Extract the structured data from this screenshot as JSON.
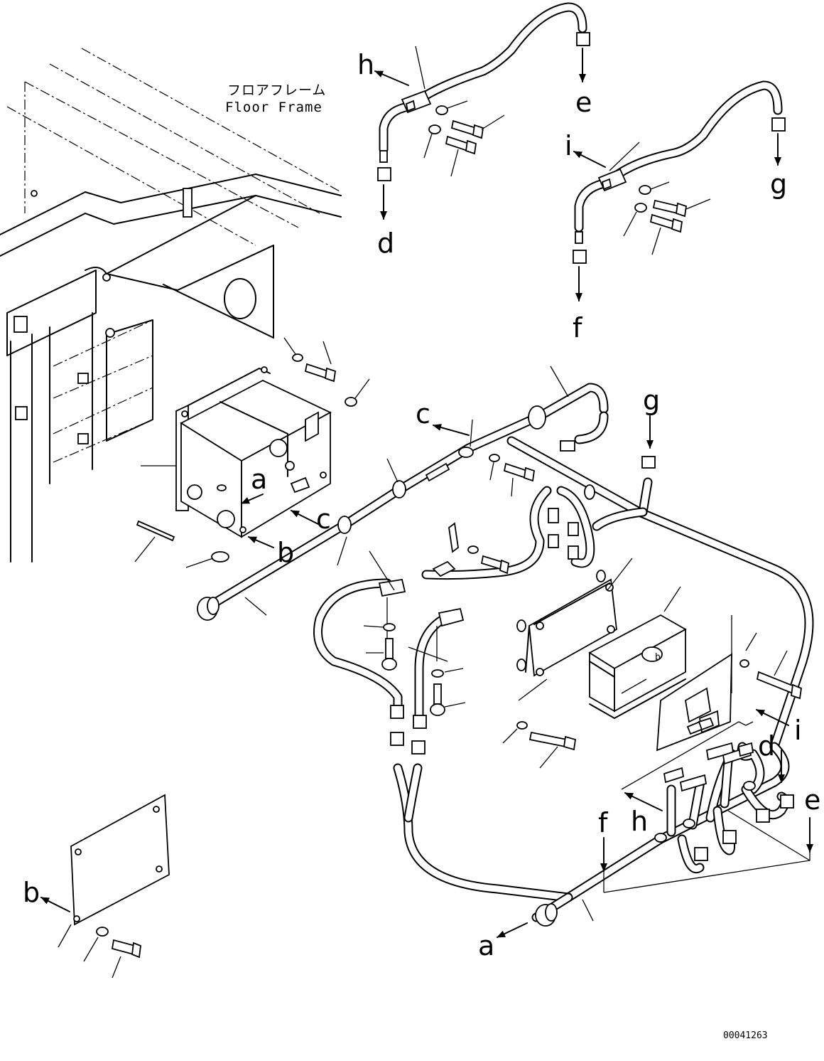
{
  "header": {
    "title_jp": "フロアフレーム",
    "title_en": "Floor Frame"
  },
  "labels": {
    "a": "a",
    "b": "b",
    "c": "c",
    "d": "d",
    "e": "e",
    "f": "f",
    "g": "g",
    "h": "h",
    "i": "i"
  },
  "footer": {
    "drawing_number": "00041263"
  }
}
